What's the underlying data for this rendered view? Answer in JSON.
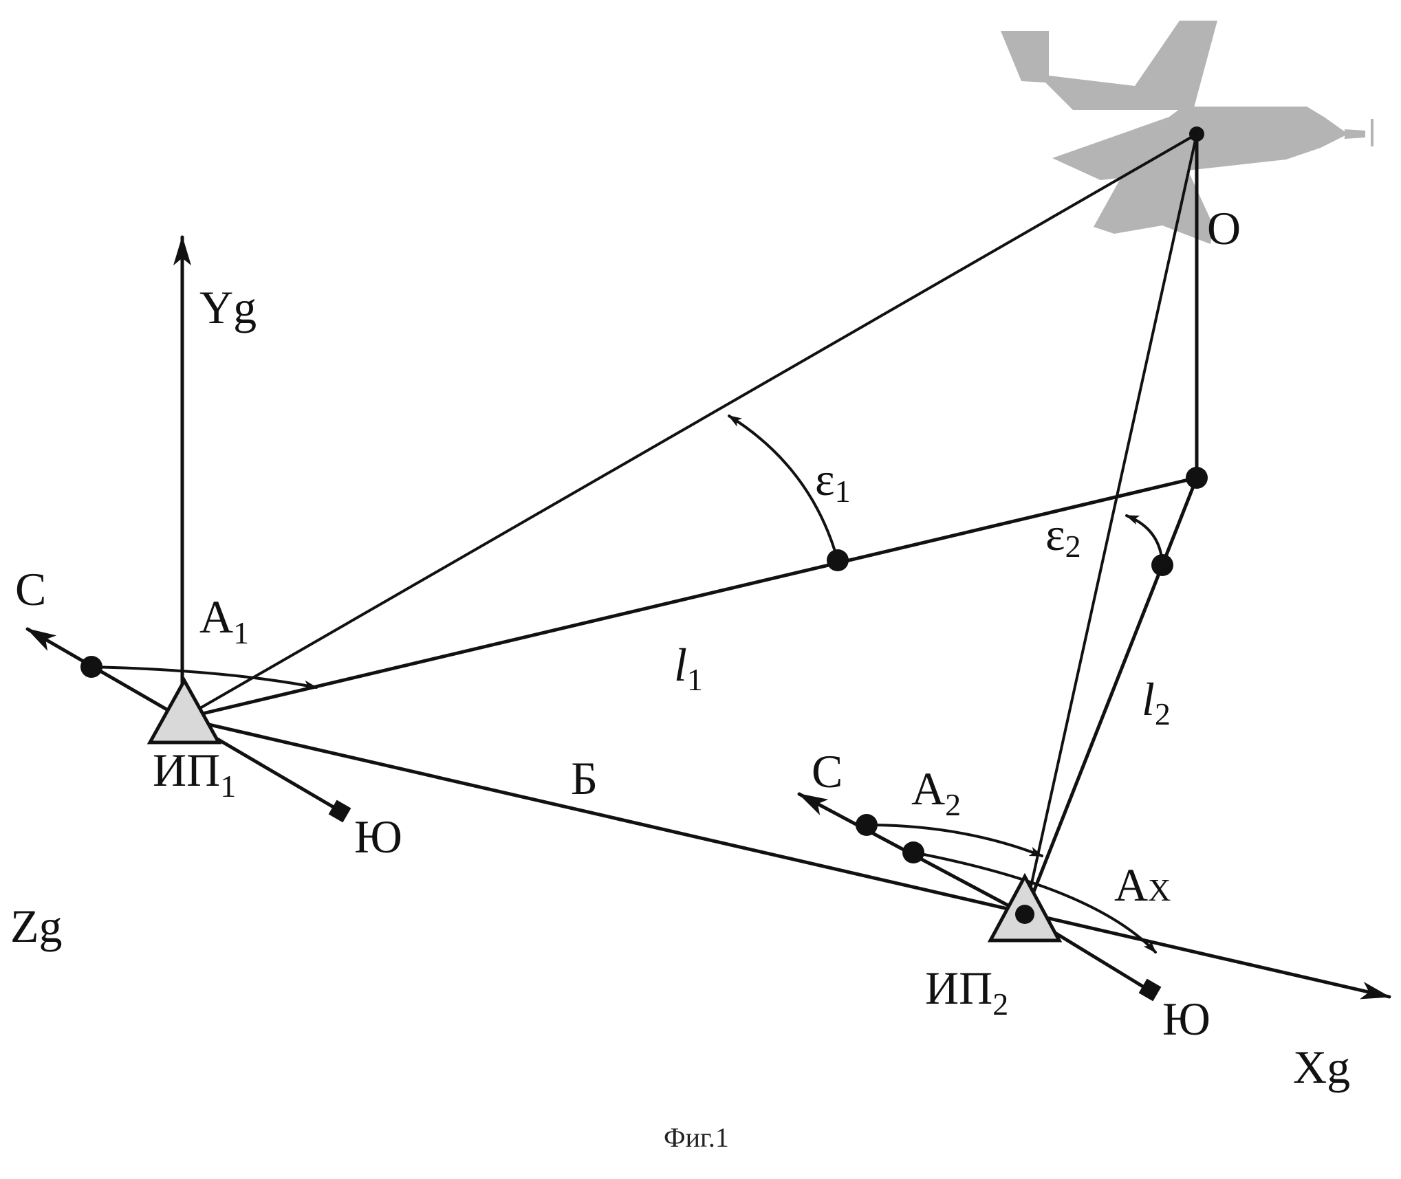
{
  "figure": {
    "caption": "Фиг.1",
    "colors": {
      "ink": "#111111",
      "aircraft": "#b4b4b4",
      "station_fill": "#d9d9d9"
    },
    "labels": {
      "yg": "Yg",
      "zg": "Zg",
      "xg": "Xg",
      "o": "O",
      "c1": "С",
      "c2": "С",
      "a1_main": "A",
      "a1_sub": "1",
      "a2_main": "A",
      "a2_sub": "2",
      "ax_main": "A",
      "ax_sub": "X",
      "ip1_main": "ИП",
      "ip1_sub": "1",
      "ip2_main": "ИП",
      "ip2_sub": "2",
      "yu1": "Ю",
      "yu2": "Ю",
      "b": "Б",
      "l1_main": "l",
      "l1_sub": "1",
      "l2_main": "l",
      "l2_sub": "2",
      "eps1_main": "ε",
      "eps1_sub": "1",
      "eps2_main": "ε",
      "eps2_sub": "2"
    },
    "icons": {
      "aircraft": "aircraft-silhouette-icon",
      "station": "triangle-station-icon"
    }
  }
}
